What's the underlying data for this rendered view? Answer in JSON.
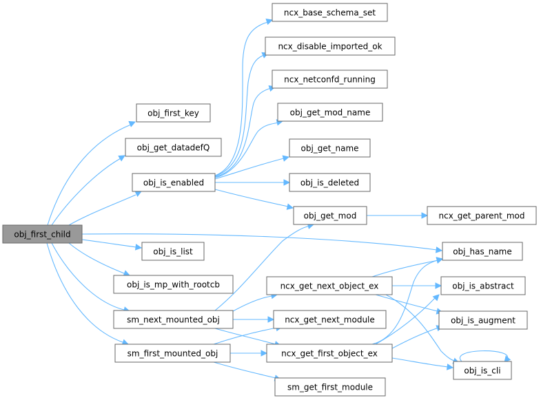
{
  "graph": {
    "nodes": [
      {
        "id": "obj_first_child",
        "label": "obj_first_child",
        "root": true
      },
      {
        "id": "obj_first_key",
        "label": "obj_first_key"
      },
      {
        "id": "obj_get_datadefQ",
        "label": "obj_get_datadefQ"
      },
      {
        "id": "obj_is_enabled",
        "label": "obj_is_enabled"
      },
      {
        "id": "obj_is_list",
        "label": "obj_is_list"
      },
      {
        "id": "obj_is_mp_with_rootcb",
        "label": "obj_is_mp_with_rootcb"
      },
      {
        "id": "sm_next_mounted_obj",
        "label": "sm_next_mounted_obj"
      },
      {
        "id": "sm_first_mounted_obj",
        "label": "sm_first_mounted_obj"
      },
      {
        "id": "ncx_base_schema_set",
        "label": "ncx_base_schema_set"
      },
      {
        "id": "ncx_disable_imported_ok",
        "label": "ncx_disable_imported_ok"
      },
      {
        "id": "ncx_netconfd_running",
        "label": "ncx_netconfd_running"
      },
      {
        "id": "obj_get_mod_name",
        "label": "obj_get_mod_name"
      },
      {
        "id": "obj_get_name",
        "label": "obj_get_name"
      },
      {
        "id": "obj_is_deleted",
        "label": "obj_is_deleted"
      },
      {
        "id": "obj_get_mod",
        "label": "obj_get_mod"
      },
      {
        "id": "ncx_get_next_object_ex",
        "label": "ncx_get_next_object_ex"
      },
      {
        "id": "ncx_get_next_module",
        "label": "ncx_get_next_module"
      },
      {
        "id": "ncx_get_first_object_ex",
        "label": "ncx_get_first_object_ex"
      },
      {
        "id": "sm_get_first_module",
        "label": "sm_get_first_module"
      },
      {
        "id": "ncx_get_parent_mod",
        "label": "ncx_get_parent_mod"
      },
      {
        "id": "obj_has_name",
        "label": "obj_has_name"
      },
      {
        "id": "obj_is_abstract",
        "label": "obj_is_abstract"
      },
      {
        "id": "obj_is_augment",
        "label": "obj_is_augment"
      },
      {
        "id": "obj_is_cli",
        "label": "obj_is_cli"
      }
    ],
    "edges": [
      {
        "from": "obj_first_child",
        "to": "obj_first_key"
      },
      {
        "from": "obj_first_child",
        "to": "obj_get_datadefQ"
      },
      {
        "from": "obj_first_child",
        "to": "obj_is_enabled"
      },
      {
        "from": "obj_first_child",
        "to": "obj_has_name"
      },
      {
        "from": "obj_first_child",
        "to": "obj_is_list"
      },
      {
        "from": "obj_first_child",
        "to": "obj_is_mp_with_rootcb"
      },
      {
        "from": "obj_first_child",
        "to": "sm_next_mounted_obj"
      },
      {
        "from": "obj_first_child",
        "to": "sm_first_mounted_obj"
      },
      {
        "from": "obj_is_enabled",
        "to": "ncx_base_schema_set"
      },
      {
        "from": "obj_is_enabled",
        "to": "ncx_disable_imported_ok"
      },
      {
        "from": "obj_is_enabled",
        "to": "ncx_netconfd_running"
      },
      {
        "from": "obj_is_enabled",
        "to": "obj_get_mod_name"
      },
      {
        "from": "obj_is_enabled",
        "to": "obj_get_name"
      },
      {
        "from": "obj_is_enabled",
        "to": "obj_is_deleted"
      },
      {
        "from": "obj_is_enabled",
        "to": "obj_get_mod"
      },
      {
        "from": "obj_get_mod",
        "to": "ncx_get_parent_mod"
      },
      {
        "from": "sm_next_mounted_obj",
        "to": "obj_get_mod"
      },
      {
        "from": "sm_next_mounted_obj",
        "to": "ncx_get_next_object_ex"
      },
      {
        "from": "sm_next_mounted_obj",
        "to": "ncx_get_next_module"
      },
      {
        "from": "sm_next_mounted_obj",
        "to": "ncx_get_first_object_ex"
      },
      {
        "from": "sm_first_mounted_obj",
        "to": "ncx_get_next_module"
      },
      {
        "from": "sm_first_mounted_obj",
        "to": "ncx_get_first_object_ex"
      },
      {
        "from": "sm_first_mounted_obj",
        "to": "sm_get_first_module"
      },
      {
        "from": "ncx_get_next_object_ex",
        "to": "obj_has_name"
      },
      {
        "from": "ncx_get_next_object_ex",
        "to": "obj_is_abstract"
      },
      {
        "from": "ncx_get_next_object_ex",
        "to": "obj_is_augment"
      },
      {
        "from": "ncx_get_next_object_ex",
        "to": "obj_is_cli"
      },
      {
        "from": "ncx_get_first_object_ex",
        "to": "obj_has_name"
      },
      {
        "from": "ncx_get_first_object_ex",
        "to": "obj_is_abstract"
      },
      {
        "from": "ncx_get_first_object_ex",
        "to": "obj_is_augment"
      },
      {
        "from": "ncx_get_first_object_ex",
        "to": "obj_is_cli"
      },
      {
        "from": "obj_is_cli",
        "to": "obj_is_cli"
      }
    ],
    "colors": {
      "edge": "#63b8ff",
      "node_border": "#666666",
      "root_fill": "#999999",
      "node_fill": "#ffffff"
    }
  }
}
